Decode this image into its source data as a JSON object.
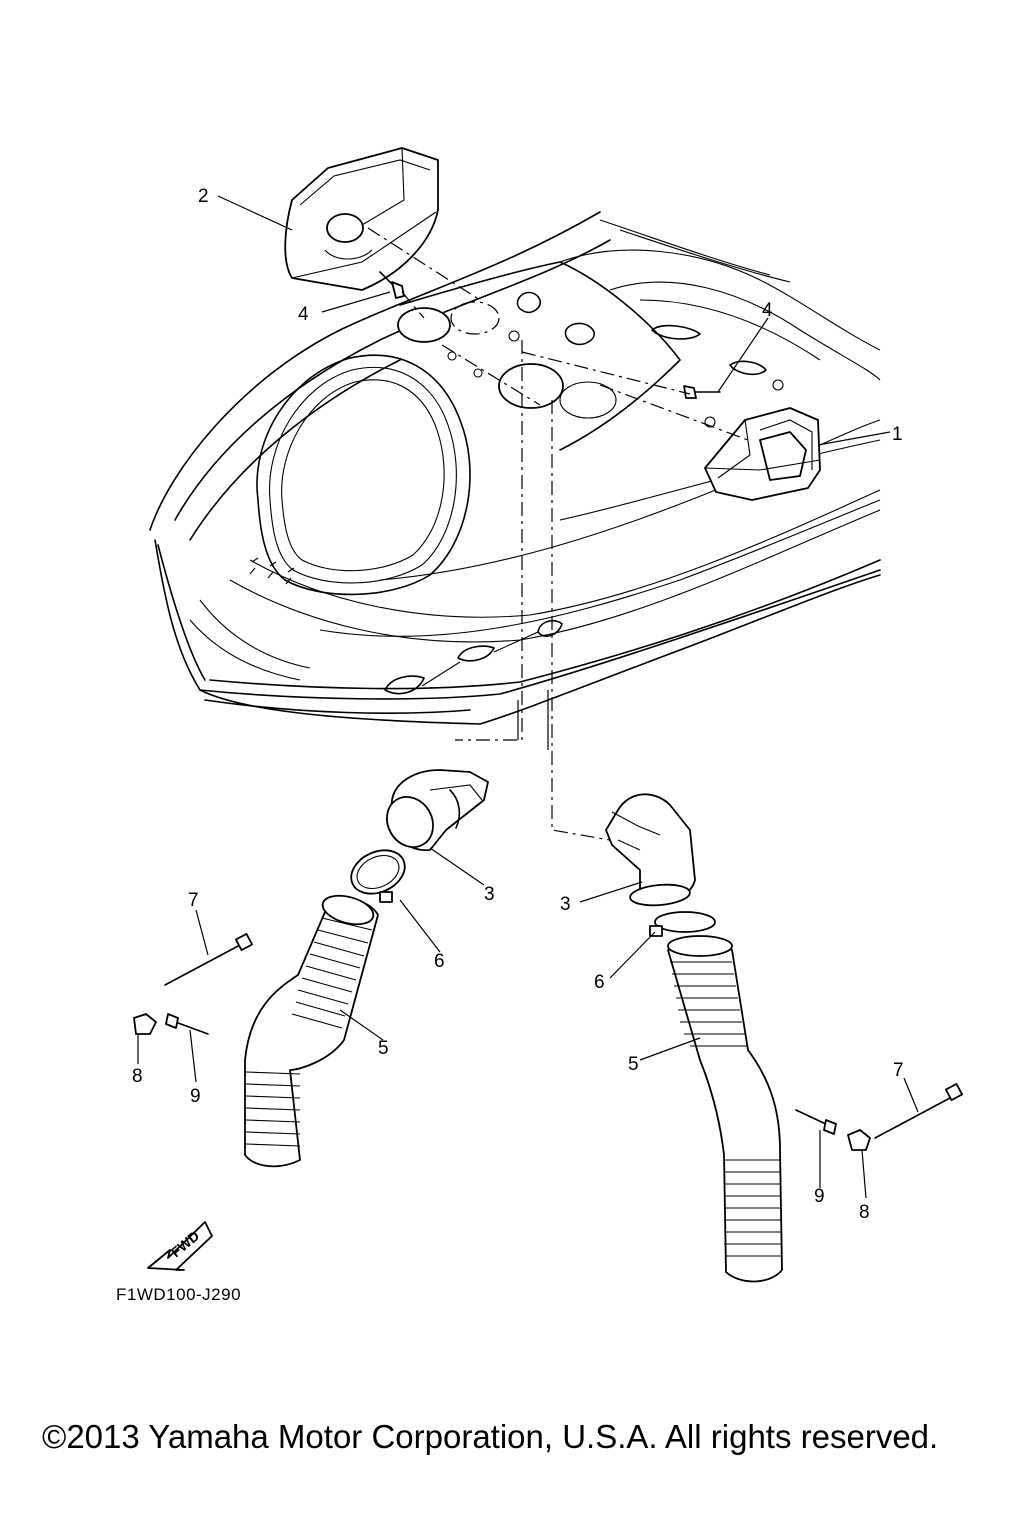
{
  "callouts": {
    "c1": "1",
    "c2": "2",
    "c3a": "3",
    "c3b": "3",
    "c4a": "4",
    "c4b": "4",
    "c5a": "5",
    "c5b": "5",
    "c6a": "6",
    "c6b": "6",
    "c7a": "7",
    "c7b": "7",
    "c8a": "8",
    "c8b": "8",
    "c9a": "9",
    "c9b": "9"
  },
  "fwd_label": "FWD",
  "diagram_code": "F1WD100-J290",
  "copyright": "©2013 Yamaha Motor Corporation, U.S.A. All rights reserved."
}
